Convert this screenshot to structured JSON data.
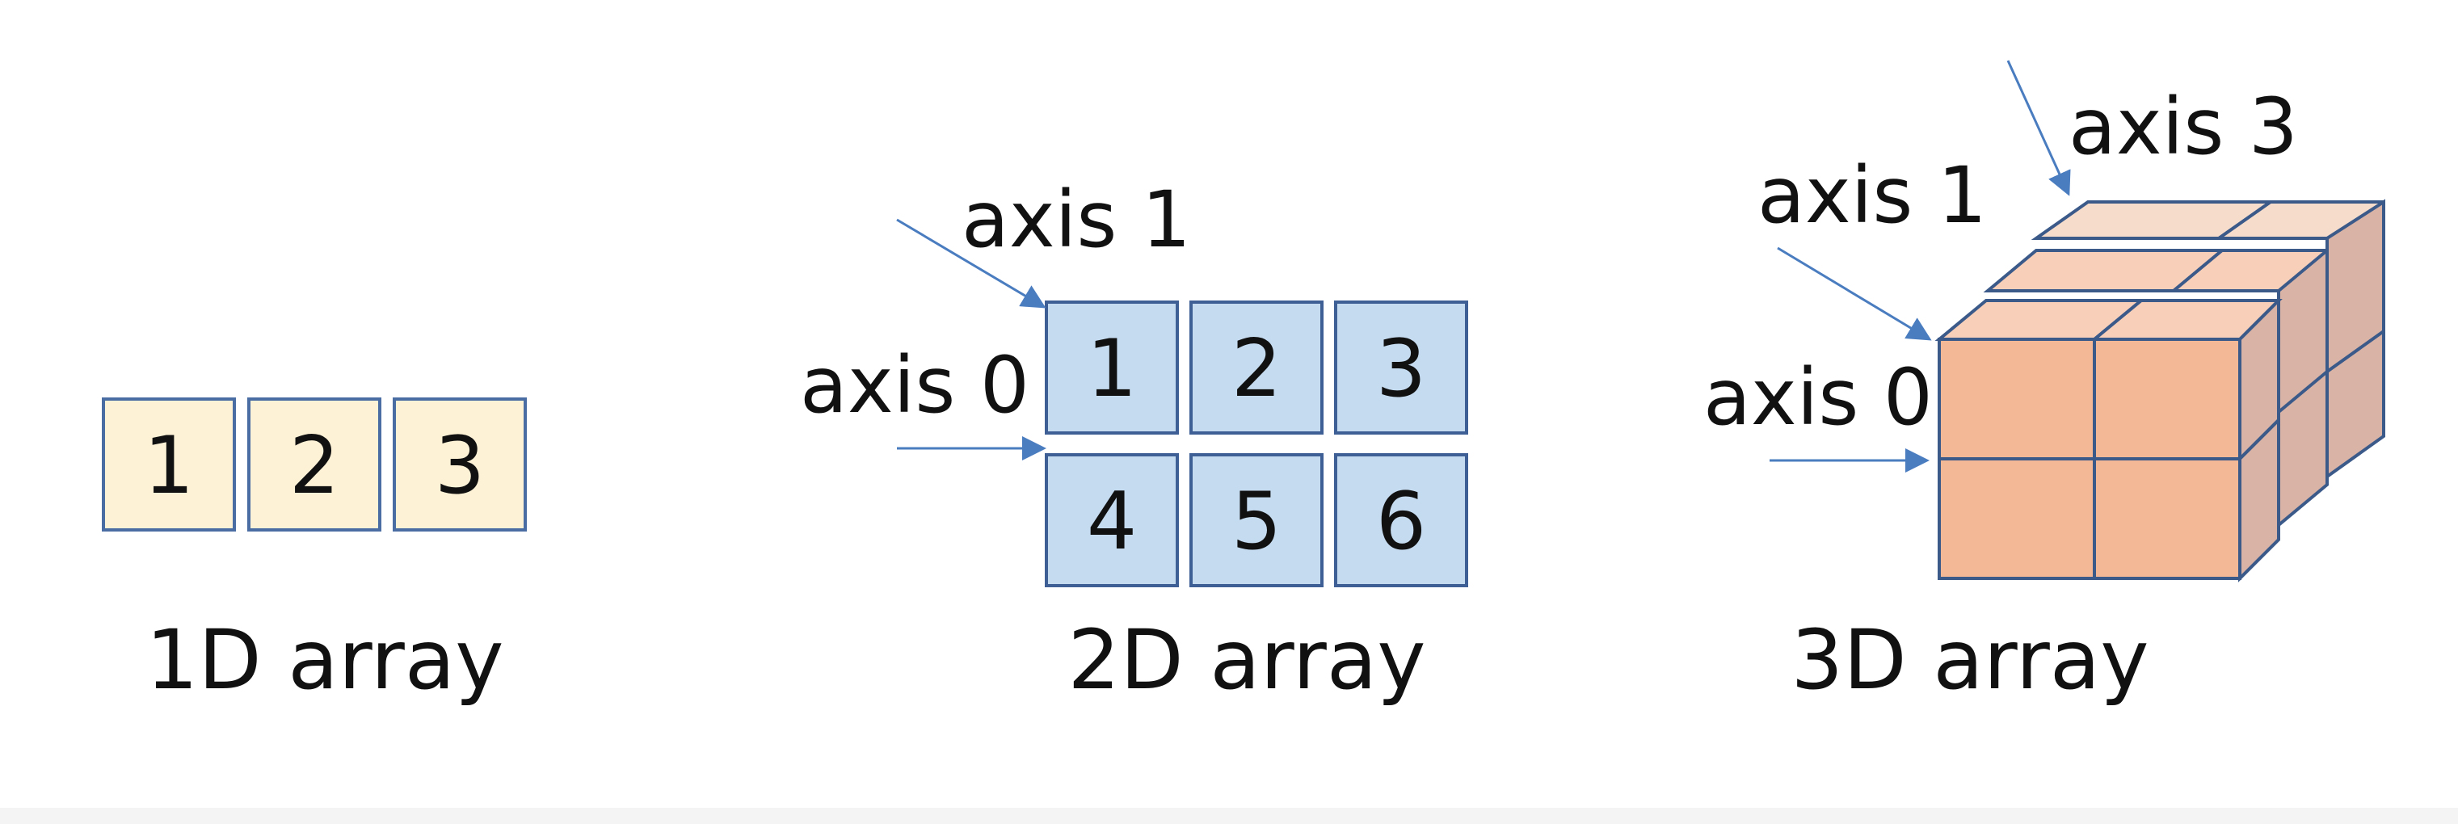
{
  "diagram": {
    "array_1d": {
      "caption": "1D array",
      "cells": [
        "1",
        "2",
        "3"
      ],
      "fill": "#fdf2d6",
      "stroke": "#4a6ea3"
    },
    "array_2d": {
      "caption": "2D array",
      "rows": [
        [
          "1",
          "2",
          "3"
        ],
        [
          "4",
          "5",
          "6"
        ]
      ],
      "axis0_label": "axis 0",
      "axis1_label": "axis 1",
      "fill": "#c5dbf0",
      "stroke": "#3d5f95"
    },
    "array_3d": {
      "caption": "3D array",
      "axis0_label": "axis 0",
      "axis1_label": "axis 1",
      "axis3_label": "axis 3",
      "front_fill": "#f3b896",
      "top_fill": "#f8cfb8",
      "side_fill": "#d9b3a5",
      "back_fill": "#f6dccb",
      "stroke": "#3b5a8a"
    },
    "arrow_color": "#4a7cc0"
  }
}
